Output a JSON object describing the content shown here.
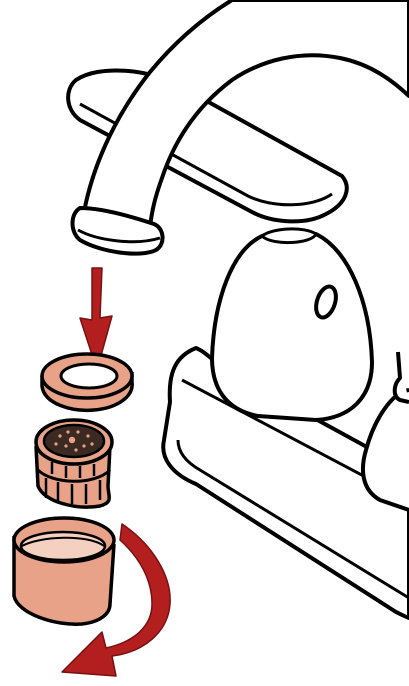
{
  "diagram": {
    "description_text": "",
    "colors": {
      "outline": "#000000",
      "fixture_fill": "#ffffff",
      "part_fill": "#e7a287",
      "part_shade": "#c97b5d",
      "arrow": "#b31f1f"
    },
    "parts": [
      {
        "name": "faucet-spout",
        "kind": "fixture"
      },
      {
        "name": "faucet-handle",
        "kind": "fixture"
      },
      {
        "name": "faucet-base-plate",
        "kind": "fixture"
      },
      {
        "name": "washer",
        "kind": "component"
      },
      {
        "name": "aerator-insert",
        "kind": "component"
      },
      {
        "name": "aerator-housing",
        "kind": "component"
      }
    ],
    "arrows": [
      {
        "name": "insert-direction-arrow",
        "direction": "down"
      },
      {
        "name": "tighten-rotation-arrow",
        "direction": "clockwise"
      }
    ]
  }
}
